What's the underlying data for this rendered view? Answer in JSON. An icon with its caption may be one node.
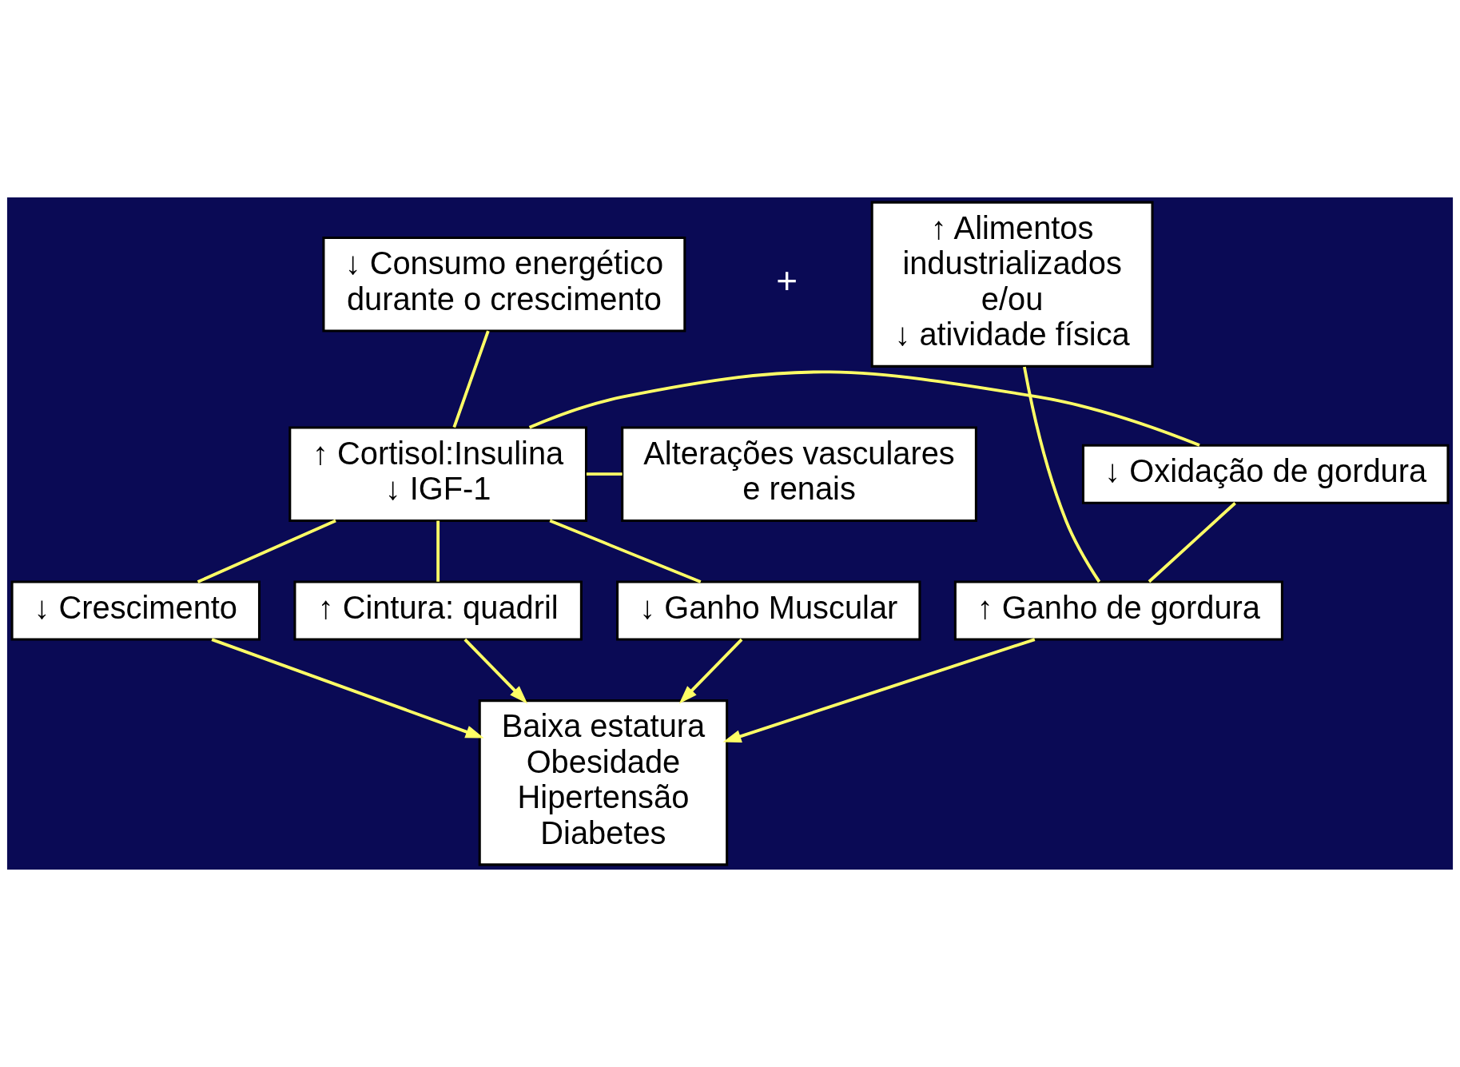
{
  "diagram": {
    "nodes": [
      {
        "text": [
          "↓ Consumo energético durante o crescimento"
        ]
      },
      {
        "text": [
          "↑ Alimentos industrializados",
          "e/ou",
          "↓ atividade física"
        ]
      },
      {
        "text": [
          "Alterações vasculares e renais"
        ]
      },
      {
        "text": [
          "↑ Cortisol:Insulina",
          "↓ IGF-1"
        ]
      },
      {
        "text": [
          "↓ Oxidação de gordura"
        ]
      },
      {
        "text": [
          "↓ Ganho Muscular"
        ]
      },
      {
        "text": [
          "↓ Crescimento"
        ]
      },
      {
        "text": [
          "↑ Cintura: quadril"
        ]
      },
      {
        "text": [
          "↑ Ganho de gordura"
        ]
      },
      {
        "text": [
          "Baixa estatura",
          "Obesidade",
          "Hipertensão",
          "Diabetes"
        ]
      }
    ],
    "edges": [
      {
        "from": 0,
        "to": 3,
        "arrow": "none"
      },
      {
        "from": 2,
        "to": 3,
        "arrow": "none"
      },
      {
        "from": 3,
        "to": 4,
        "arrow": "none"
      },
      {
        "from": 1,
        "to": 8,
        "arrow": "none"
      },
      {
        "from": 4,
        "to": 8,
        "arrow": "none"
      },
      {
        "from": 3,
        "to": 5,
        "arrow": "none"
      },
      {
        "from": 3,
        "to": 6,
        "arrow": "none"
      },
      {
        "from": 3,
        "to": 7,
        "arrow": "none"
      },
      {
        "from": 5,
        "to": 9,
        "arrow": "to"
      },
      {
        "from": 6,
        "to": 9,
        "arrow": "to"
      },
      {
        "from": 7,
        "to": 9,
        "arrow": "to"
      },
      {
        "from": 8,
        "to": 9,
        "arrow": "to"
      }
    ],
    "labels": [
      "+"
    ]
  }
}
